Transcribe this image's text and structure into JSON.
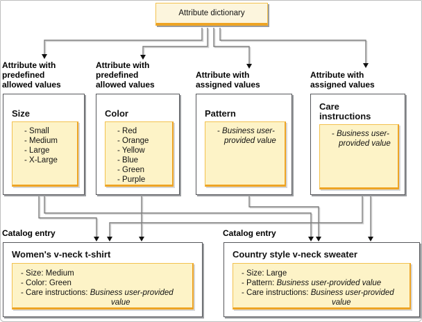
{
  "list_marker": "-",
  "root_box": {
    "label": "Attribute dictionary"
  },
  "attribute_columns": [
    {
      "category_label": "Attribute with predefined allowed values",
      "title": "Size",
      "values": [
        {
          "text": "Small",
          "italic": false
        },
        {
          "text": "Medium",
          "italic": false
        },
        {
          "text": "Large",
          "italic": false
        },
        {
          "text": "X-Large",
          "italic": false
        }
      ]
    },
    {
      "category_label": "Attribute with predefined allowed values",
      "title": "Color",
      "values": [
        {
          "text": "Red",
          "italic": false
        },
        {
          "text": "Orange",
          "italic": false
        },
        {
          "text": "Yellow",
          "italic": false
        },
        {
          "text": "Blue",
          "italic": false
        },
        {
          "text": "Green",
          "italic": false
        },
        {
          "text": "Purple",
          "italic": false
        }
      ]
    },
    {
      "category_label": "Attribute with assigned values",
      "title": "Pattern",
      "values": [
        {
          "text": "Business user-provided value",
          "italic": true
        }
      ]
    },
    {
      "category_label": "Attribute with assigned values",
      "title": "Care instructions",
      "values": [
        {
          "text": "Business user-provided value",
          "italic": true
        }
      ]
    }
  ],
  "catalog_entries": [
    {
      "label": "Catalog entry",
      "title": "Women's v-neck t-shirt",
      "attributes": [
        {
          "name": "Size",
          "value": "Medium",
          "value_italic": false
        },
        {
          "name": "Color",
          "value": "Green",
          "value_italic": false
        },
        {
          "name": "Care instructions",
          "value": "Business user-provided value",
          "value_italic": true
        }
      ]
    },
    {
      "label": "Catalog entry",
      "title": "Country style v-neck sweater",
      "attributes": [
        {
          "name": "Size",
          "value": "Large",
          "value_italic": false
        },
        {
          "name": "Pattern",
          "value": "Business user-provided value",
          "value_italic": true
        },
        {
          "name": "Care instructions",
          "value": "Business user-provided value",
          "value_italic": true
        }
      ]
    }
  ],
  "colors": {
    "accent_gold": "#eea424",
    "gold_light": "#f2c14e",
    "panel_yellow": "#fdf3c7",
    "dictionary_cream": "#fcf5dd",
    "line_gray": "#7d7d7d"
  }
}
